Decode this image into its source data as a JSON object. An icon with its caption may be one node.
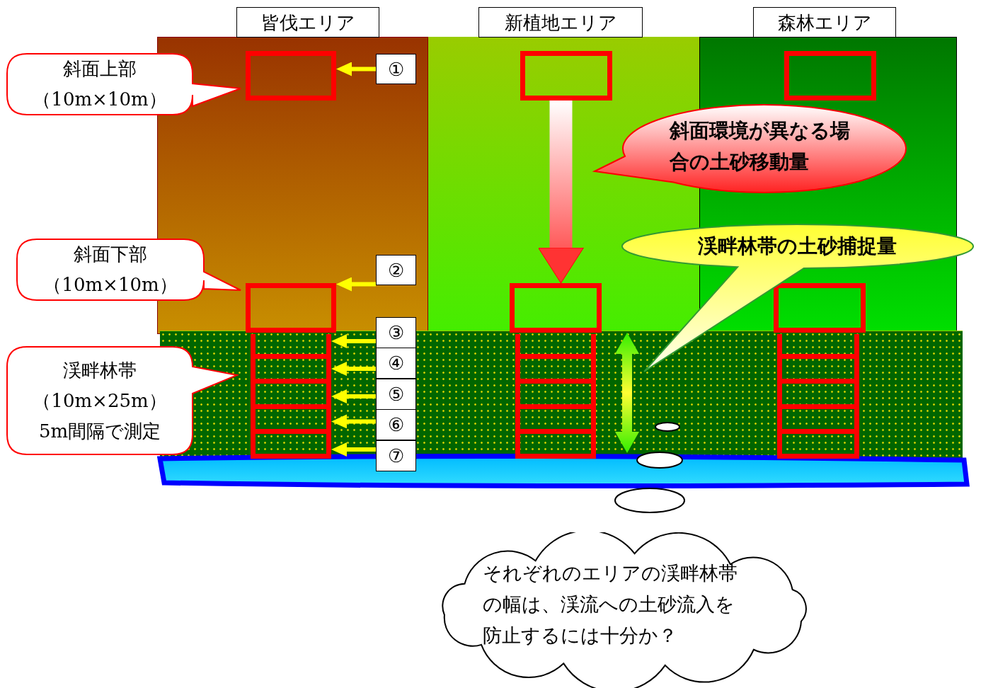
{
  "diagram": {
    "nodes": [
      {
        "text": [
          "皆伐エリア"
        ]
      },
      {
        "text": [
          "新植地エリア"
        ]
      },
      {
        "text": [
          "森林エリア"
        ]
      },
      {
        "text": [
          "斜面上部",
          "（10m×10m）"
        ]
      },
      {
        "text": [
          "斜面下部",
          "（10m×10m）"
        ]
      },
      {
        "text": [
          "渓畔林帯",
          "（10m×25m）",
          "5m間隔で測定"
        ]
      },
      {
        "text": [
          "①"
        ]
      },
      {
        "text": [
          "②"
        ]
      },
      {
        "text": [
          "③"
        ]
      },
      {
        "text": [
          "④"
        ]
      },
      {
        "text": [
          "⑤"
        ]
      },
      {
        "text": [
          "⑥"
        ]
      },
      {
        "text": [
          "⑦"
        ]
      },
      {
        "text": [],
        "shape": "box"
      },
      {
        "text": [],
        "shape": "box"
      },
      {
        "text": [],
        "shape": "box"
      },
      {
        "text": [],
        "shape": "box"
      },
      {
        "text": [],
        "shape": "box"
      },
      {
        "text": [],
        "shape": "box"
      },
      {
        "text": [],
        "shape": "box"
      },
      {
        "text": [],
        "shape": "box"
      },
      {
        "text": [],
        "shape": "box"
      },
      {
        "text": [],
        "shape": "box"
      },
      {
        "text": [],
        "shape": "box"
      },
      {
        "text": [],
        "shape": "box"
      },
      {
        "text": [],
        "shape": "box"
      },
      {
        "text": [],
        "shape": "box"
      },
      {
        "text": [],
        "shape": "box"
      },
      {
        "text": [],
        "shape": "box"
      },
      {
        "text": [],
        "shape": "box"
      },
      {
        "text": [],
        "shape": "box"
      },
      {
        "text": [],
        "shape": "box"
      },
      {
        "text": [],
        "shape": "box"
      },
      {
        "text": [],
        "shape": "box"
      },
      {
        "text": [
          "斜面環境が異なる場合の土砂移動量"
        ]
      },
      {
        "text": [
          "渓畔林帯の土砂捕捉量"
        ]
      },
      {
        "text": [
          "それぞれのエリアの渓畔林帯の幅は、渓流への土砂流入を防止するには十分か？"
        ]
      }
    ],
    "edges": [
      {
        "from": 6,
        "to": 13,
        "arrow": "to"
      },
      {
        "from": 7,
        "to": 14,
        "arrow": "to"
      },
      {
        "from": 8,
        "to": 15,
        "arrow": "to"
      },
      {
        "from": 9,
        "to": 16,
        "arrow": "to"
      },
      {
        "from": 10,
        "to": 17,
        "arrow": "to"
      },
      {
        "from": 11,
        "to": 18,
        "arrow": "to"
      },
      {
        "from": 12,
        "to": 19,
        "arrow": "to"
      },
      {
        "from": 20,
        "to": 21,
        "arrow": "to",
        "style": "thick",
        "color": "#ff3333"
      }
    ]
  }
}
